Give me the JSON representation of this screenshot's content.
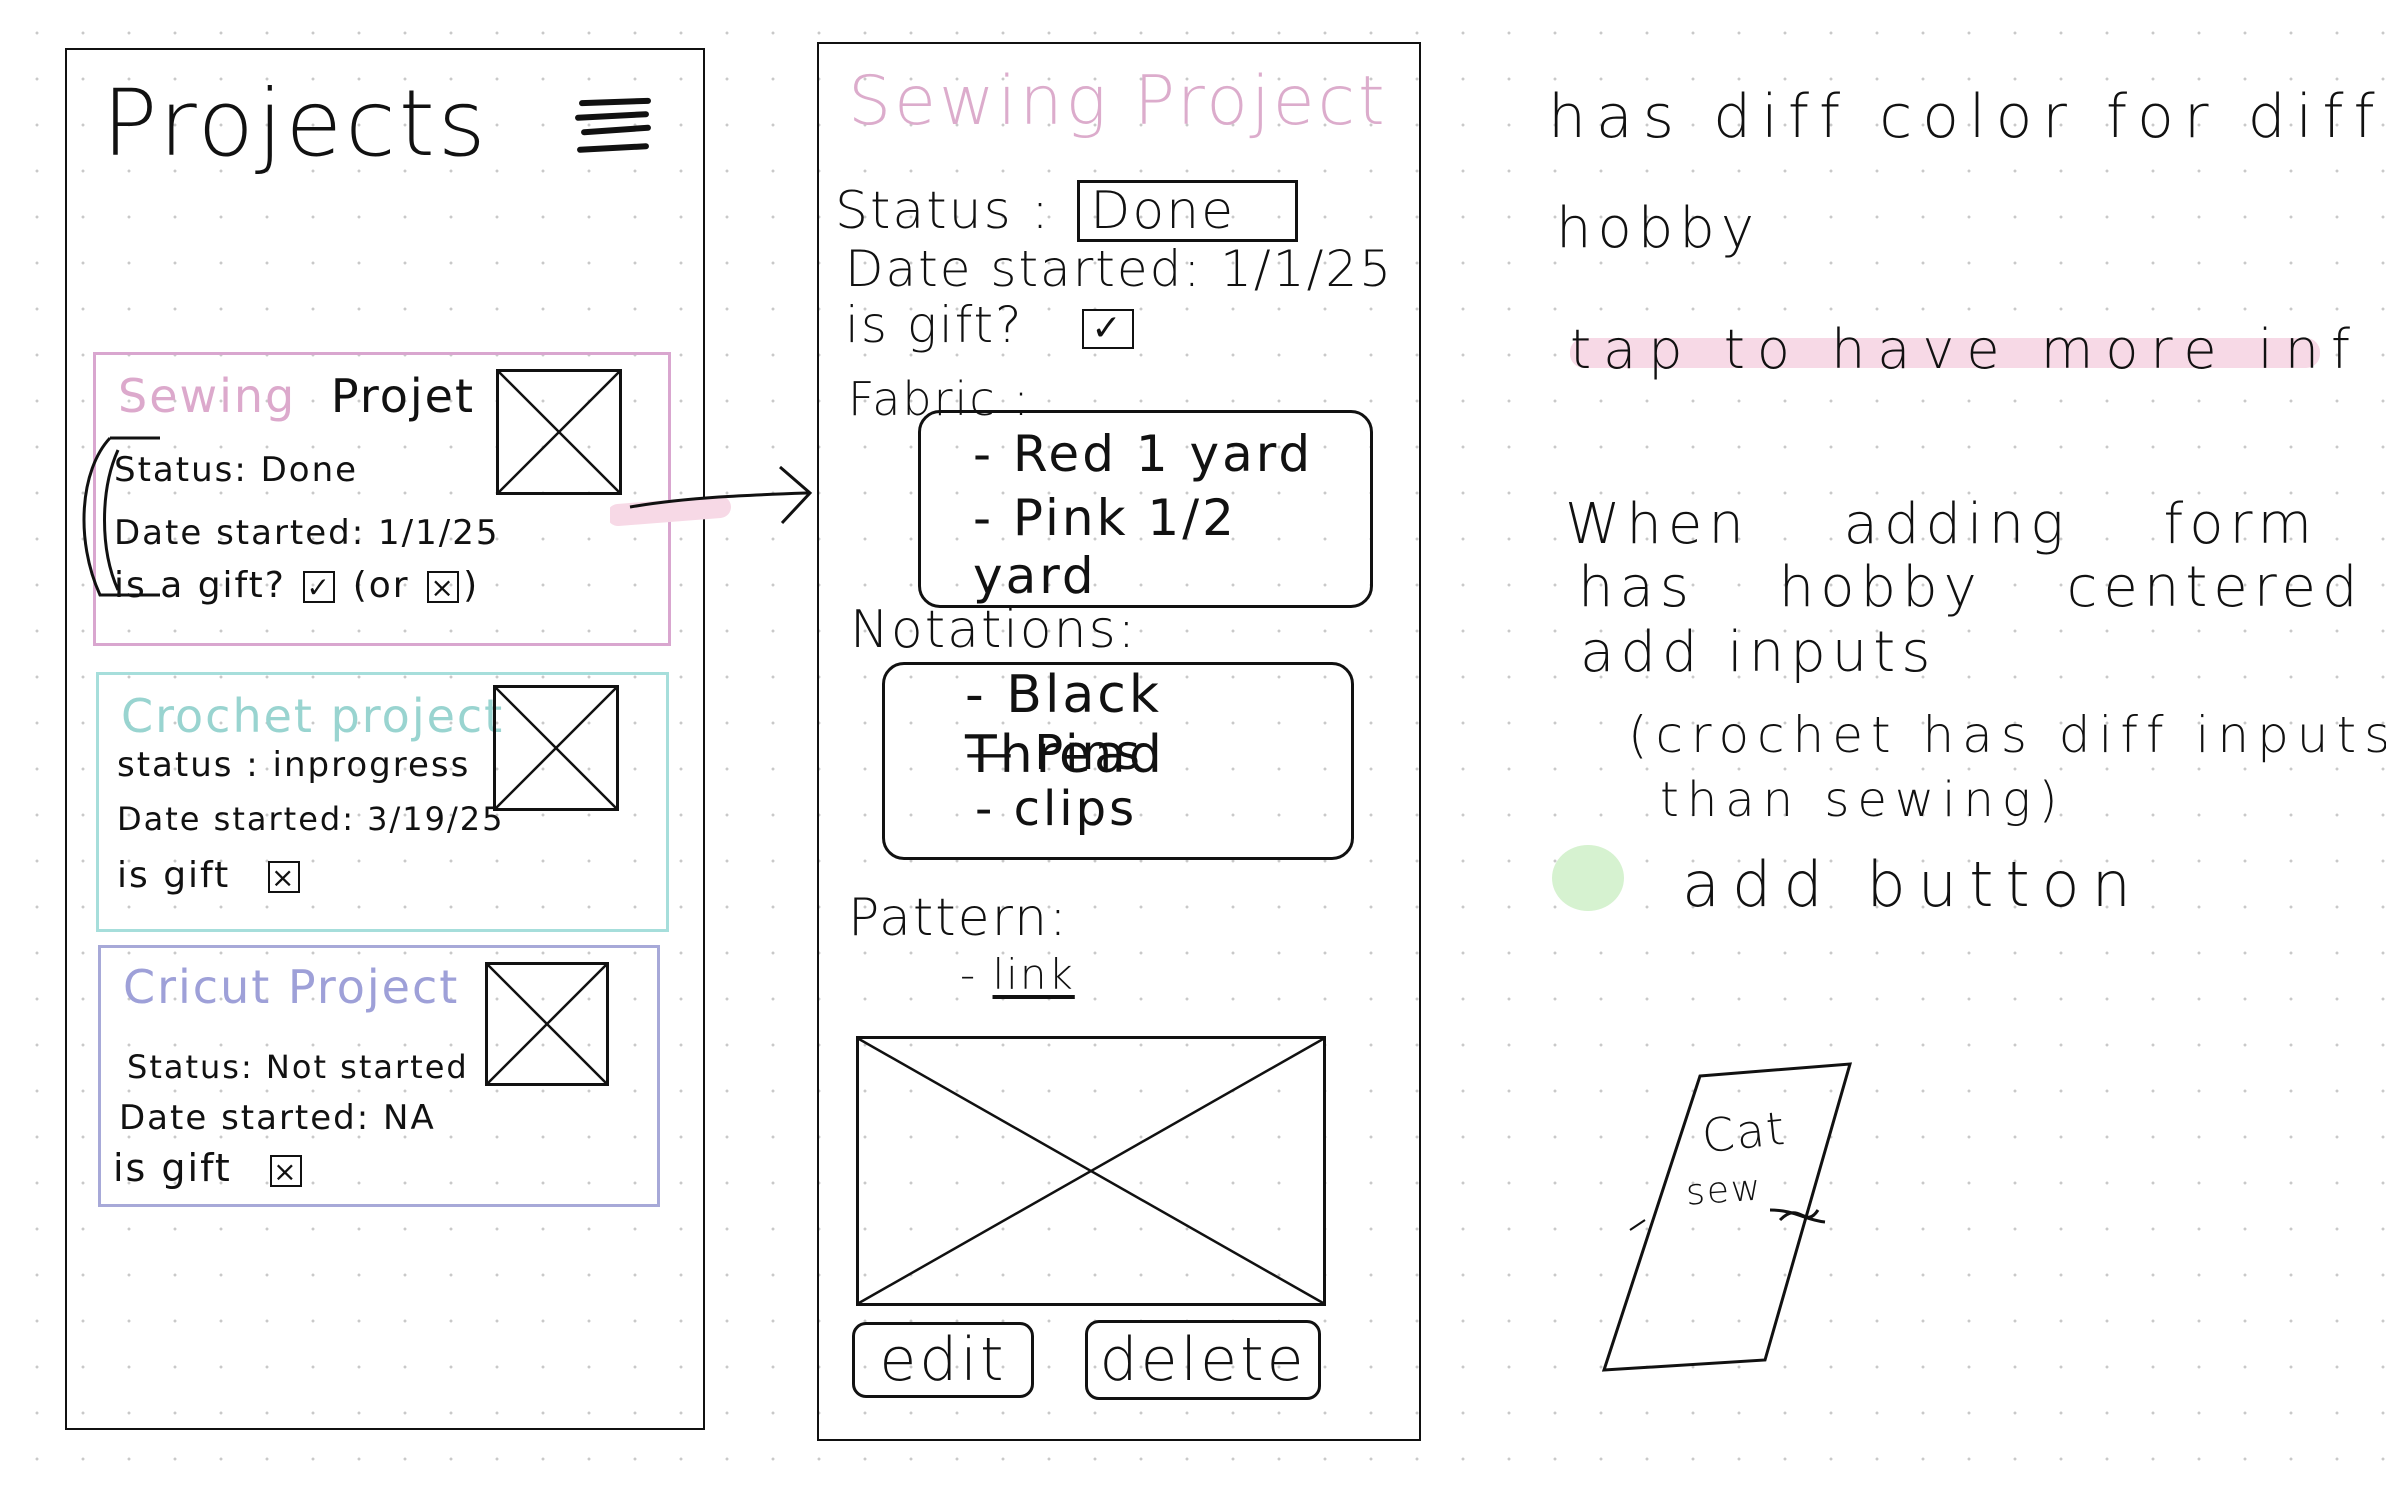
{
  "list_screen": {
    "title": "Projects",
    "cards": [
      {
        "title_part1": "Sewing",
        "title_part2": "Projet",
        "status": "Status: Done",
        "date": "Date started: 1/1/25",
        "gift_prefix": "is a gift?",
        "gift_mid": "(or",
        "gift_suffix": ")",
        "color": "#d9a6cf",
        "title_color": "#dca9cc"
      },
      {
        "title": "Crochet project",
        "status": "status : inprogress",
        "date": "Date started: 3/19/25",
        "gift": "is gift",
        "color": "#a6dedb",
        "title_color": "#99d4d0"
      },
      {
        "title": "Cricut Project",
        "status": "Status: Not started",
        "date": "Date started: NA",
        "gift": "is gift",
        "color": "#a7a9d8",
        "title_color": "#9ea0d8"
      }
    ]
  },
  "detail_screen": {
    "title": "Sewing Project",
    "title_color": "#dcaccc",
    "status_label": "Status :",
    "status_value": "Done",
    "date": "Date started: 1/1/25",
    "gift_label": "is gift?",
    "fabric_label": "Fabric :",
    "fabric_items": [
      "- Red   1 yard",
      "- Pink   1/2 yard"
    ],
    "notations_label": "Notations:",
    "notation_items": [
      "- Black Thread",
      "— Pins",
      "- clips"
    ],
    "pattern_label": "Pattern:",
    "pattern_link": "link",
    "edit_label": "edit",
    "delete_label": "delete"
  },
  "notes": {
    "line1": "has diff color for diff",
    "line2": "hobby",
    "line3": "tap to have more inf",
    "line4a": "When",
    "line4b": "adding",
    "line4c": "form",
    "line5a": "has",
    "line5b": "hobby",
    "line5c": "centered",
    "line6": "add inputs",
    "line7": "(crochet has diff inputs",
    "line8": "than sewing)",
    "line9": "add button",
    "highlight_color": "#f7d9e6",
    "add_dot_color": "#d6f2d0"
  },
  "sketch": {
    "line1": "Cat",
    "line2": "sew"
  },
  "icons": {
    "menu": "hamburger-menu-icon",
    "arrow": "arrow-right-icon",
    "image": "image-placeholder-icon",
    "checkbox": "checkbox-icon"
  }
}
